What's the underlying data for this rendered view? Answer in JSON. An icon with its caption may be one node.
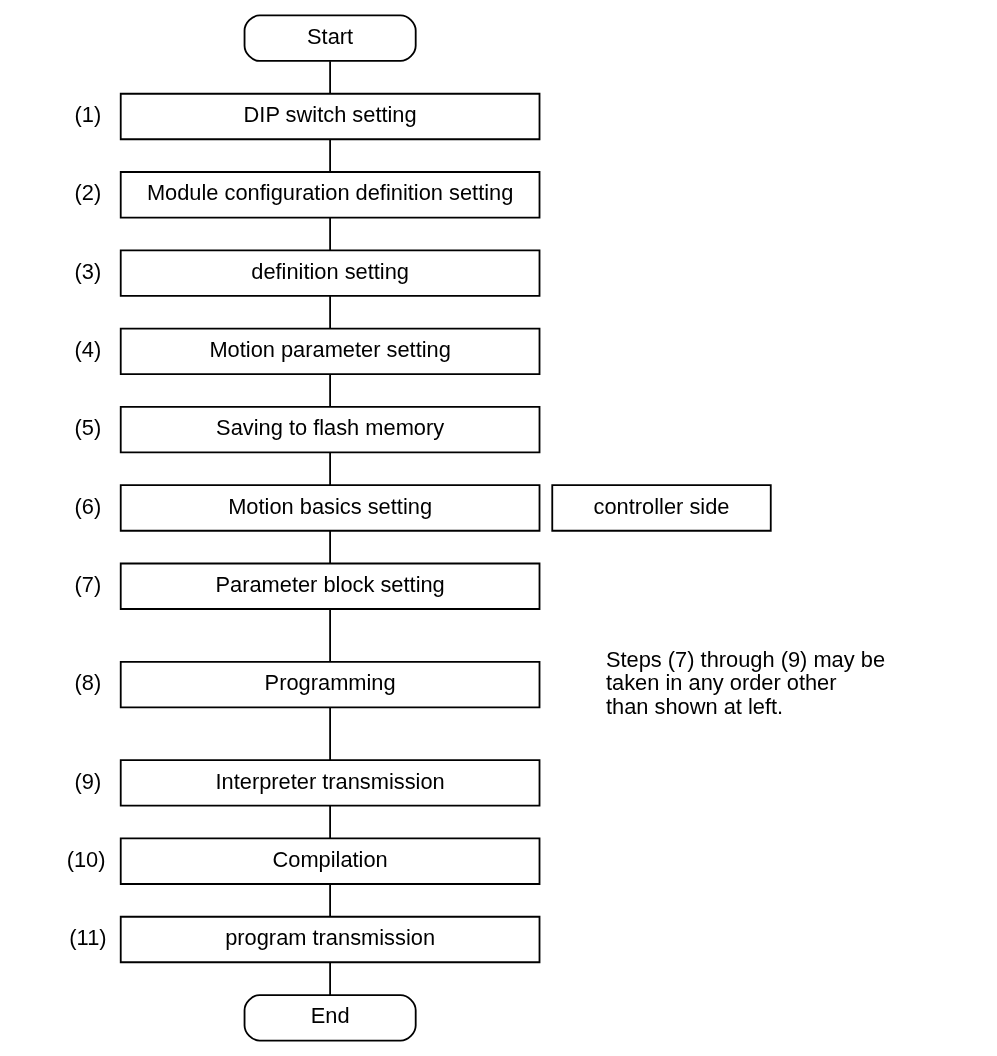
{
  "diagram": {
    "nodes": [
      {
        "text": [
          "Start"
        ]
      },
      {
        "text": [
          "DIP switch setting"
        ],
        "beside": [
          "(1)"
        ]
      },
      {
        "text": [
          "Module configuration definition setting"
        ],
        "beside": [
          "(2)"
        ]
      },
      {
        "text": [
          "definition setting"
        ],
        "beside": [
          "(3)"
        ]
      },
      {
        "text": [
          "Motion parameter setting"
        ],
        "beside": [
          "(4)"
        ]
      },
      {
        "text": [
          "Saving to flash memory"
        ],
        "beside": [
          "(5)"
        ]
      },
      {
        "text": [
          "Motion basics setting"
        ],
        "beside": [
          "(6)"
        ]
      },
      {
        "text": [
          "Parameter block setting"
        ],
        "beside": [
          "(7)"
        ]
      },
      {
        "text": [
          "Programming"
        ],
        "beside": [
          "(8)"
        ]
      },
      {
        "text": [
          "Interpreter transmission"
        ],
        "beside": [
          "(9)"
        ]
      },
      {
        "text": [
          "Compilation"
        ],
        "beside": [
          "(10)"
        ]
      },
      {
        "text": [
          "program transmission"
        ],
        "beside": [
          "(11)"
        ]
      },
      {
        "text": [
          "End"
        ]
      },
      {
        "text": [
          "controller side"
        ]
      }
    ],
    "edges": [
      {
        "from": 0,
        "to": 1,
        "arrow": "none"
      },
      {
        "from": 1,
        "to": 2,
        "arrow": "none"
      },
      {
        "from": 2,
        "to": 3,
        "arrow": "none"
      },
      {
        "from": 3,
        "to": 4,
        "arrow": "none"
      },
      {
        "from": 4,
        "to": 5,
        "arrow": "none"
      },
      {
        "from": 5,
        "to": 6,
        "arrow": "none"
      },
      {
        "from": 6,
        "to": 7,
        "arrow": "none"
      },
      {
        "from": 7,
        "to": 8,
        "arrow": "none"
      },
      {
        "from": 8,
        "to": 9,
        "arrow": "none"
      },
      {
        "from": 9,
        "to": 10,
        "arrow": "none"
      },
      {
        "from": 10,
        "to": 11,
        "arrow": "none"
      },
      {
        "from": 11,
        "to": 12,
        "arrow": "none"
      }
    ],
    "labels": [
      "Steps (7) through (9) may be taken in any order other than shown at left."
    ]
  }
}
